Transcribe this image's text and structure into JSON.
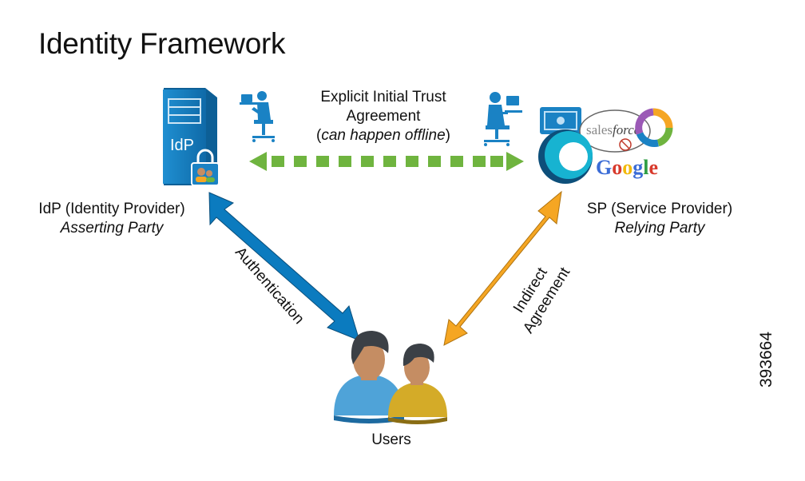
{
  "title": "Identity Framework",
  "trust": {
    "line1": "Explicit Initial Trust",
    "line2": "Agreement",
    "line3_open": "(",
    "line3_italic": "can happen offline",
    "line3_close": ")"
  },
  "idp": {
    "name": "IdP (Identity Provider)",
    "role": "Asserting Party",
    "server_text": "IdP"
  },
  "sp": {
    "name": "SP (Service Provider)",
    "role": "Relying Party",
    "logos": [
      "salesforce",
      "Google"
    ]
  },
  "edges": {
    "authentication": "Authentication",
    "indirect_line1": "Indirect",
    "indirect_line2": "Agreement"
  },
  "users": {
    "label": "Users"
  },
  "figure_number": "393664",
  "colors": {
    "trust_arrow": "#6fb43f",
    "auth_arrow": "#0b7bbf",
    "indirect_arrow": "#f5a623",
    "server": "#1a82c4",
    "person_blue": "#1a82c4",
    "user_front_shirt": "#4fa3d8",
    "user_back_shirt": "#c9a227",
    "skin": "#c58d63",
    "hair": "#3b4046"
  }
}
